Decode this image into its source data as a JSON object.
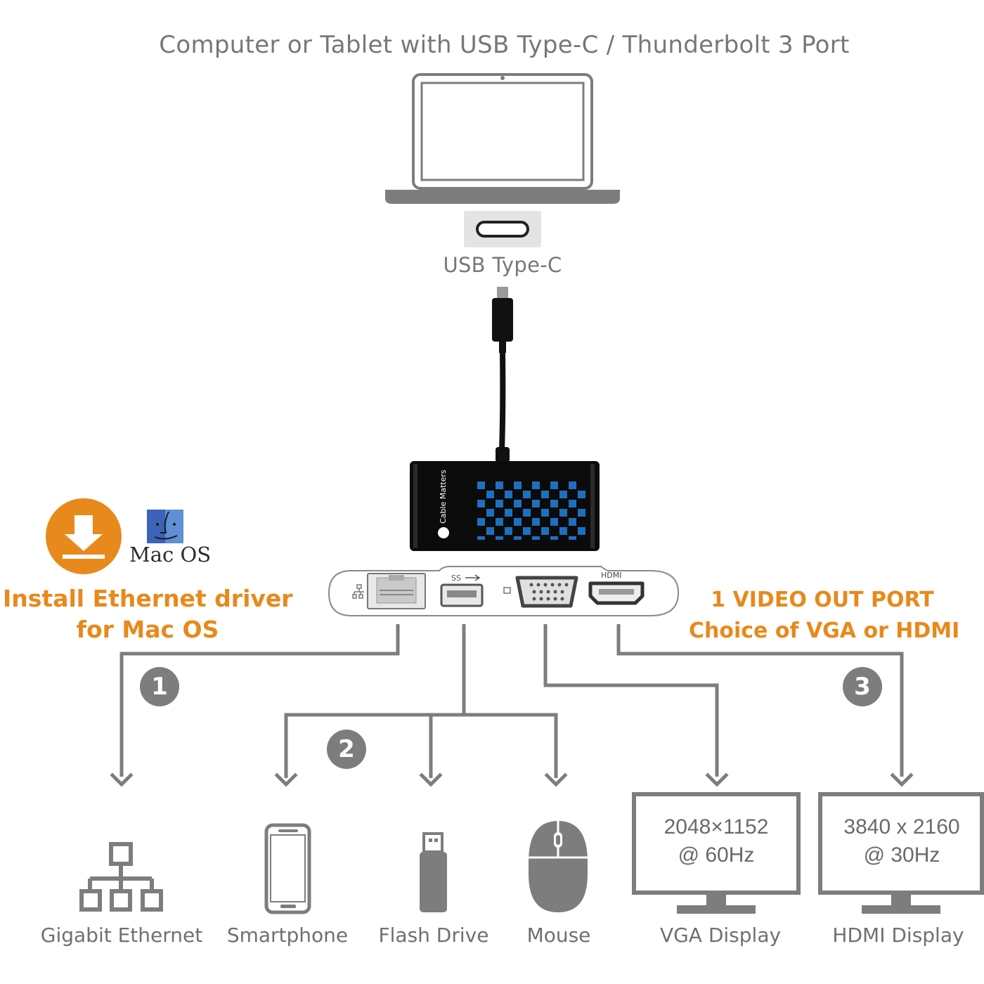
{
  "title": "Computer or Tablet with USB Type-C / Thunderbolt 3 Port",
  "host_port_label": "USB Type-C",
  "brand_logo_text": "Cable Matters",
  "driver_note": {
    "line1": "Install Ethernet driver",
    "line2": "for Mac OS",
    "os_logo_text": "Mac OS",
    "icon": "download-icon"
  },
  "video_note": {
    "line1": "1 VIDEO OUT PORT",
    "line2": "Choice of VGA or HDMI"
  },
  "adapter_ports": {
    "usb_mark": "SS",
    "hdmi_mark": "HDMI"
  },
  "steps": [
    "1",
    "2",
    "3"
  ],
  "devices": [
    {
      "label": "Gigabit Ethernet",
      "icon": "network-icon"
    },
    {
      "label": "Smartphone",
      "icon": "smartphone-icon"
    },
    {
      "label": "Flash Drive",
      "icon": "flash-drive-icon"
    },
    {
      "label": "Mouse",
      "icon": "mouse-icon"
    },
    {
      "label": "VGA Display",
      "icon": "monitor-icon",
      "res_line1": "2048×1152",
      "res_line2": "@ 60Hz"
    },
    {
      "label": "HDMI Display",
      "icon": "monitor-icon",
      "res_line1": "3840 x 2160",
      "res_line2": "@ 30Hz"
    }
  ],
  "colors": {
    "accent": "#e8891c",
    "line": "#7d7d7d",
    "adapter": "#111111",
    "checker": "#1e6fbf"
  }
}
